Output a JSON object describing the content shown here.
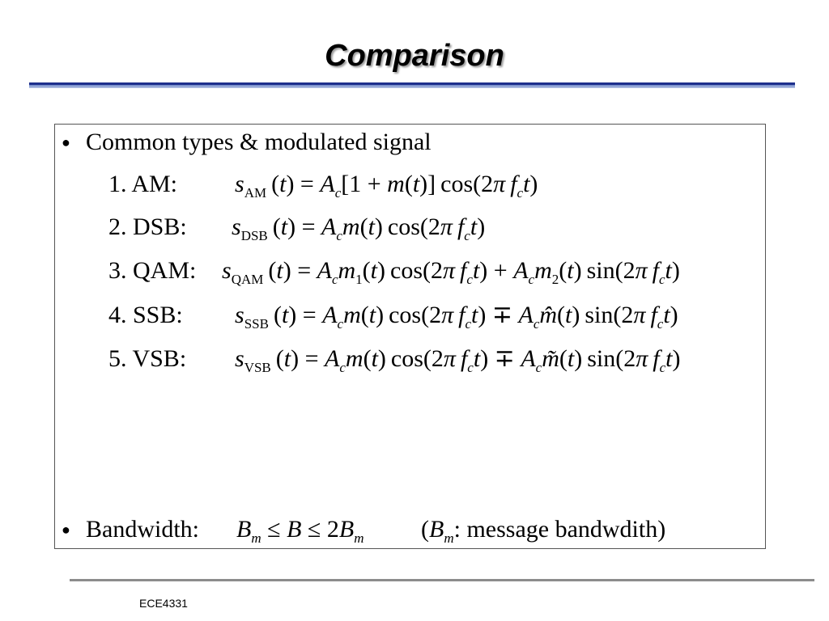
{
  "slide": {
    "title": "Comparison",
    "footer": "ECE4331"
  },
  "content": {
    "intro": "Common types & modulated signal",
    "items": [
      {
        "label": "1. AM:",
        "equation": "s_AM(t) = A_c[1 + m(t)] cos(2π f_c t)"
      },
      {
        "label": "2. DSB:",
        "equation": "s_DSB(t) = A_c m(t) cos(2π f_c t)"
      },
      {
        "label": "3. QAM:",
        "equation": "s_QAM(t) = A_c m_1(t) cos(2π f_c t) + A_c m_2(t) sin(2π f_c t)"
      },
      {
        "label": "4. SSB:",
        "equation": "s_SSB(t) = A_c m(t) cos(2π f_c t) ∓ A_c m̂(t) sin(2π f_c t)"
      },
      {
        "label": "5. VSB:",
        "equation": "s_VSB(t) = A_c m(t) cos(2π f_c t) ∓ A_c m̃(t) sin(2π f_c t)"
      }
    ],
    "bandwidth_label": "Bandwidth:",
    "bandwidth_equation": "B_m ≤ B ≤ 2B_m",
    "bandwidth_note": "(B_m: message bandwdith)"
  }
}
